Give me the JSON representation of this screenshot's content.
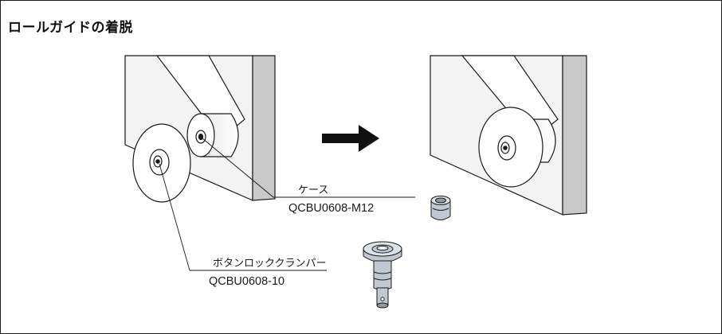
{
  "title": "ロールガイドの着脱",
  "parts": [
    {
      "name": "ケース",
      "code": "QCBU0608-M12"
    },
    {
      "name": "ボタンロッククランパー",
      "code": "QCBU0608-10"
    }
  ],
  "colors": {
    "line": "#1a1a1a",
    "plate_front": "#f2f2f2",
    "plate_side": "#c9c9c9",
    "part_fill": "#bfc8d3",
    "part_shade": "#8d9aa8"
  }
}
